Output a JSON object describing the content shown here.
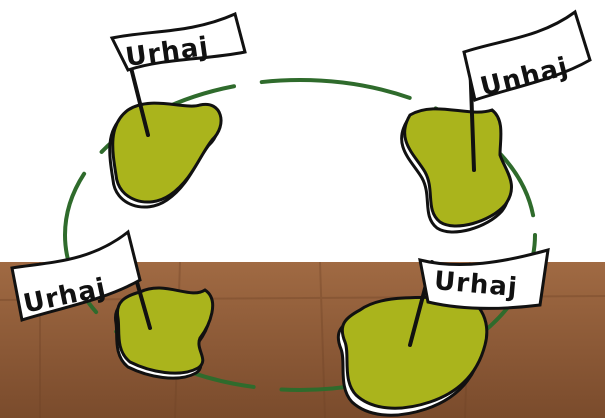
{
  "scene": {
    "colors": {
      "sky": "#ffffff",
      "table": "#8b5a37",
      "island": "#aab41c",
      "island_dark": "#8a9312",
      "orbit": "#2f6b2c",
      "outline": "#111111",
      "flag": "#ffffff"
    },
    "islands": [
      {
        "name": "top-left",
        "flag_label": "Urhaj"
      },
      {
        "name": "top-right",
        "flag_label": "Unhaj"
      },
      {
        "name": "bottom-left",
        "flag_label": "Urhaj"
      },
      {
        "name": "bottom-right",
        "flag_label": "Urhaj"
      }
    ]
  }
}
